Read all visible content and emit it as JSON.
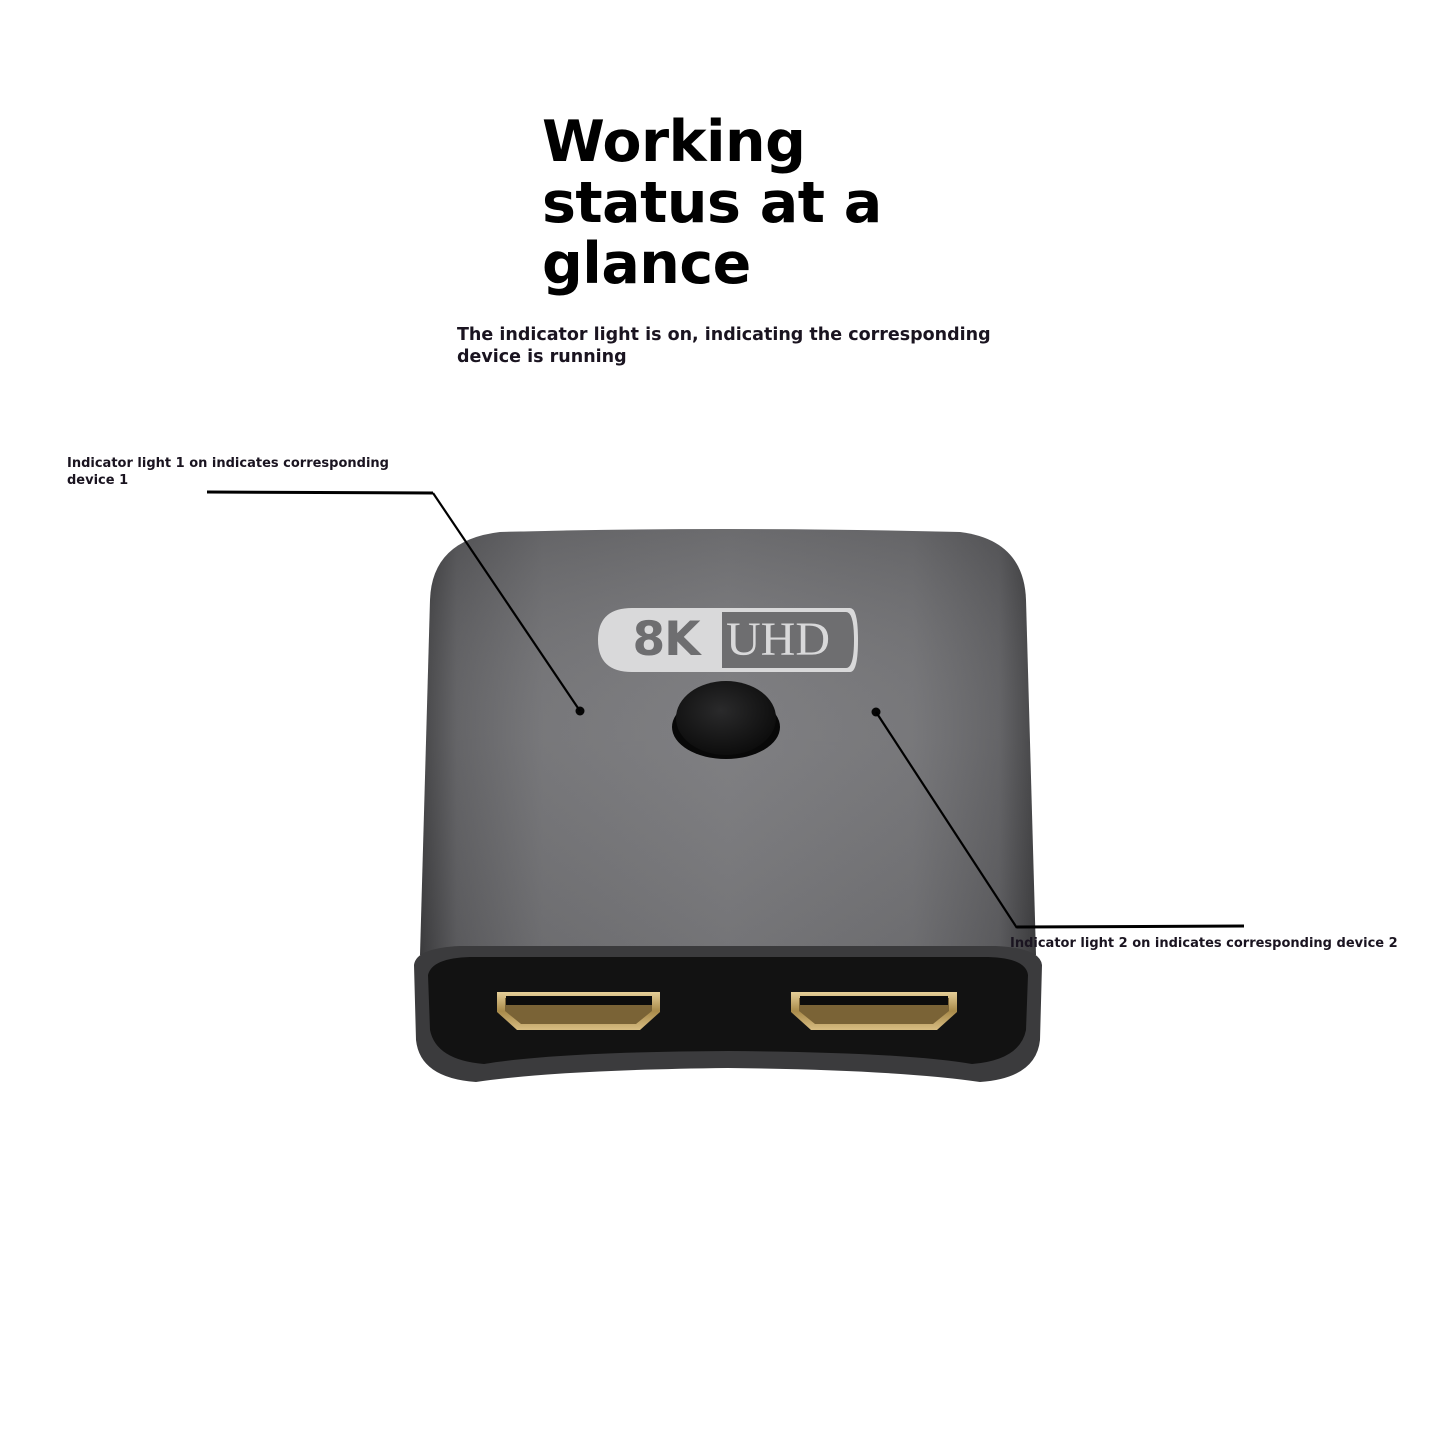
{
  "headline": {
    "line1": "Working",
    "line2": "status at a",
    "line3": "glance"
  },
  "subtitle": {
    "line1": "The indicator light is on, indicating the corresponding",
    "line2": "device is running"
  },
  "callouts": [
    {
      "line1": "Indicator light 1 on indicates corresponding",
      "line2": "device 1"
    },
    {
      "line1": "Indicator light 2 on indicates corresponding device 2"
    }
  ],
  "product": {
    "badge_left": "8K",
    "badge_right": "UHD",
    "ports": [
      "hdmi-port-1",
      "hdmi-port-2"
    ],
    "colors": {
      "body": "#6f6f72",
      "body_dark": "#3a3a3c",
      "port_face": "#111111",
      "port_gold": "#c8a96a",
      "button": "#141414",
      "badge_light": "#d9d9da",
      "badge_dark": "#6e6e70"
    }
  }
}
